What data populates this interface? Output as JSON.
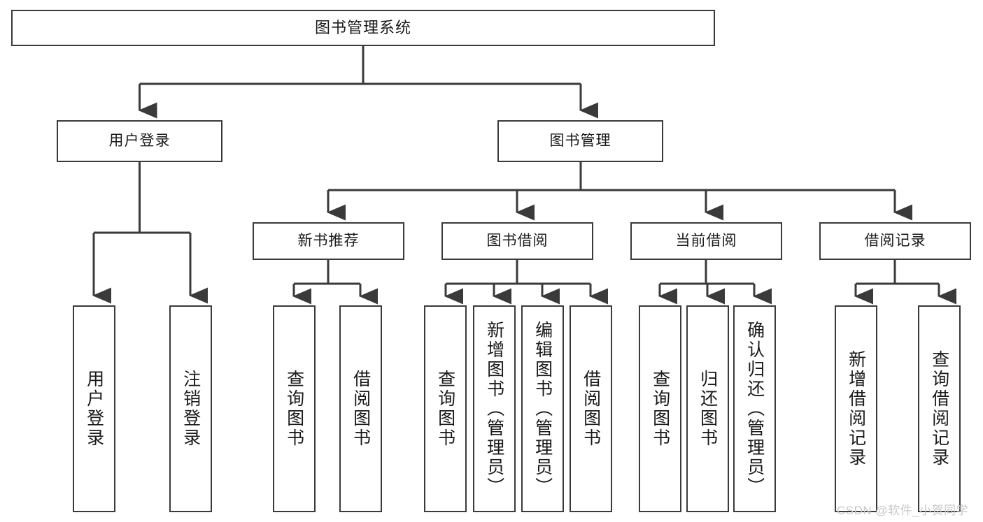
{
  "diagram": {
    "title": "图书管理系统",
    "type": "functional-structure-tree",
    "stroke_color": "#3a3a3a",
    "fill_color": "#ffffff",
    "text_color": "#1a1a1a",
    "watermark": "CSDN @软件_小贺同学",
    "nodes": {
      "root": {
        "label": "图书管理系统"
      },
      "level2": [
        {
          "label": "用户登录"
        },
        {
          "label": "图书管理"
        }
      ],
      "level3": [
        {
          "label": "新书推荐"
        },
        {
          "label": "图书借阅"
        },
        {
          "label": "当前借阅"
        },
        {
          "label": "借阅记录"
        }
      ],
      "leaves": {
        "user_login": [
          {
            "label": "用户登录"
          },
          {
            "label": "注销登录"
          }
        ],
        "new_book_recommend": [
          {
            "label": "查询图书"
          },
          {
            "label": "借阅图书"
          }
        ],
        "book_borrow": [
          {
            "label": "查询图书"
          },
          {
            "label": "新增图书（管理员）"
          },
          {
            "label": "编辑图书（管理员）"
          },
          {
            "label": "借阅图书"
          }
        ],
        "current_borrow": [
          {
            "label": "查询图书"
          },
          {
            "label": "归还图书"
          },
          {
            "label": "确认归还（管理员）"
          }
        ],
        "borrow_record": [
          {
            "label": "新增借阅记录"
          },
          {
            "label": "查询借阅记录"
          }
        ]
      }
    }
  }
}
